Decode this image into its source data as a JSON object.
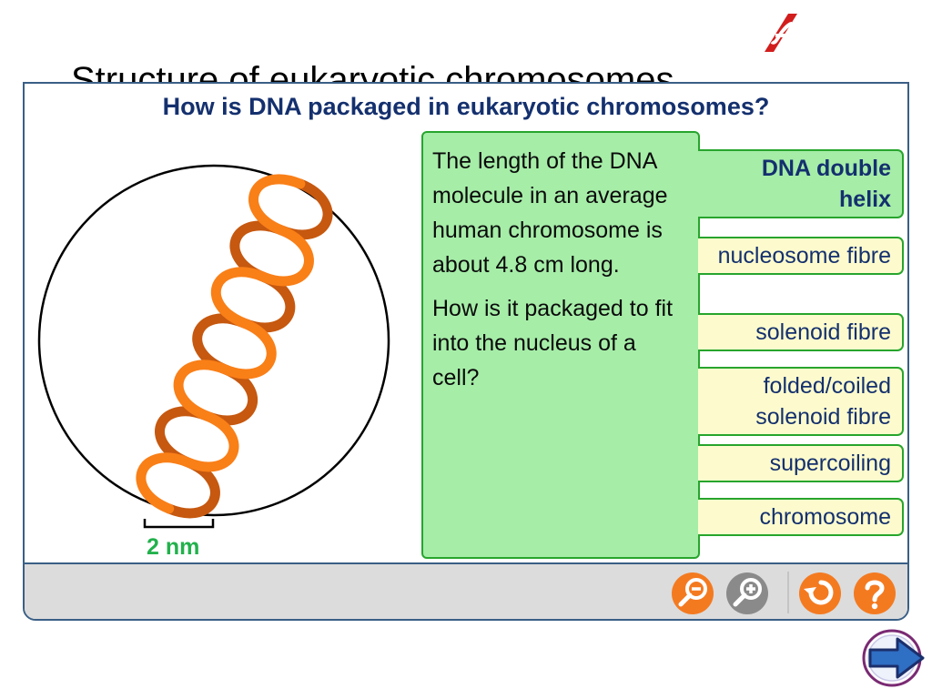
{
  "slide": {
    "title": "Structure of eukaryotic chromosomes"
  },
  "panel": {
    "question": "How is DNA packaged in eukaryotic chromosomes?",
    "diagram": {
      "scale_label": "2 nm"
    },
    "info_box": {
      "paragraph_1": "The length of the DNA molecule in an average human chromosome is about 4.8 cm long.",
      "paragraph_2": "How is it packaged to fit into the nucleus of a cell?"
    },
    "steps": [
      {
        "label": "DNA double helix",
        "active": true
      },
      {
        "label": "nucleosome fibre",
        "active": false
      },
      {
        "label": "solenoid fibre",
        "active": false
      },
      {
        "label": "folded/coiled solenoid fibre",
        "active": false
      },
      {
        "label": "supercoiling",
        "active": false
      },
      {
        "label": "chromosome",
        "active": false
      }
    ]
  },
  "toolbar": {
    "icons": [
      "zoom-out-icon",
      "zoom-in-icon",
      "replay-icon",
      "help-icon"
    ]
  },
  "colors": {
    "heading": "#14306e",
    "info_box": "#a6eda8",
    "step_button": "#fdfbcd",
    "border_green": "#27a52d",
    "helix_light": "#f97f17",
    "helix_dark": "#c6580f",
    "scale_green": "#22b14c",
    "toolbar_orange": "#f47a20"
  }
}
